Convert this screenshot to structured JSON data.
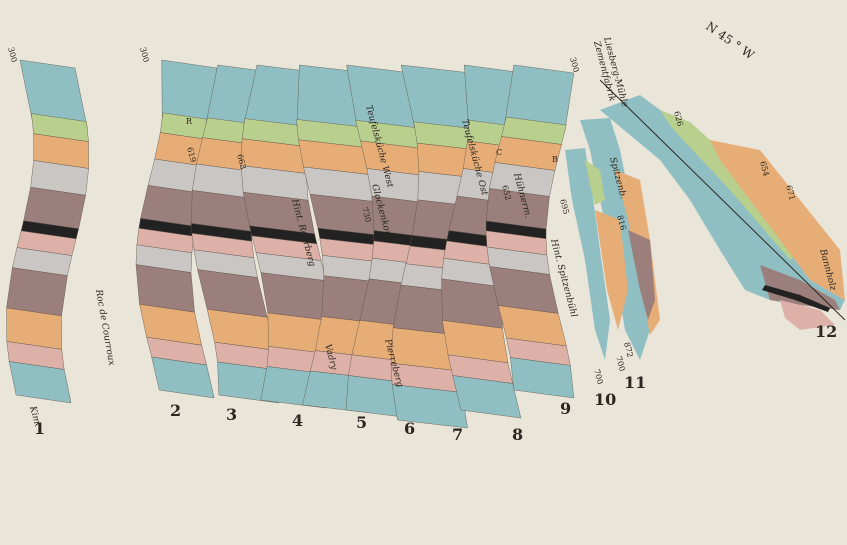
{
  "orientation_label": "N 45 ° W",
  "colors": {
    "background": "#e9e5d9",
    "blue": "#8fbfc3",
    "green": "#b9cf8e",
    "orange": "#e7ad77",
    "brown": "#9a7f7c",
    "pink": "#ddb1a8",
    "grey": "#c9c6c4",
    "black": "#222222"
  },
  "sections": [
    {
      "number": "1",
      "extra": "Kim.",
      "elevations": [
        "300"
      ],
      "place_names": [
        "Roc de Courroux"
      ]
    },
    {
      "number": "2",
      "elevations": [
        "300",
        "619"
      ],
      "place_names": []
    },
    {
      "number": "3",
      "elevations": [
        "663"
      ],
      "place_names": []
    },
    {
      "number": "4",
      "elevations": [],
      "place_names": [
        "Hint. Rohrberg",
        "Vadry"
      ]
    },
    {
      "number": "5",
      "elevations": [
        "730"
      ],
      "place_names": [
        "Glockenkopf"
      ]
    },
    {
      "number": "6",
      "elevations": [],
      "place_names": [
        "Teufelsküche West",
        "Pierreberg"
      ]
    },
    {
      "number": "7",
      "elevations": [],
      "place_names": [
        "Teufelsküche Ost"
      ]
    },
    {
      "number": "8",
      "elevations": [
        "652"
      ],
      "place_names": [
        "Hühnerm."
      ]
    },
    {
      "number": "9",
      "elevations": [
        "695"
      ],
      "place_names": [
        "Hint. Spitzenbühl"
      ]
    },
    {
      "number": "10",
      "elevations": [
        "700",
        "816"
      ],
      "place_names": [
        "Spitzenb."
      ]
    },
    {
      "number": "11",
      "elevations": [
        "300",
        "700",
        "872"
      ],
      "place_names": [
        "Liesberg-Mühle",
        "Zementfabrik"
      ]
    },
    {
      "number": "12",
      "elevations": [
        "626",
        "654",
        "671"
      ],
      "place_names": [
        "Bannholz"
      ]
    }
  ],
  "unit_letters": [
    "C",
    "R",
    "B"
  ]
}
